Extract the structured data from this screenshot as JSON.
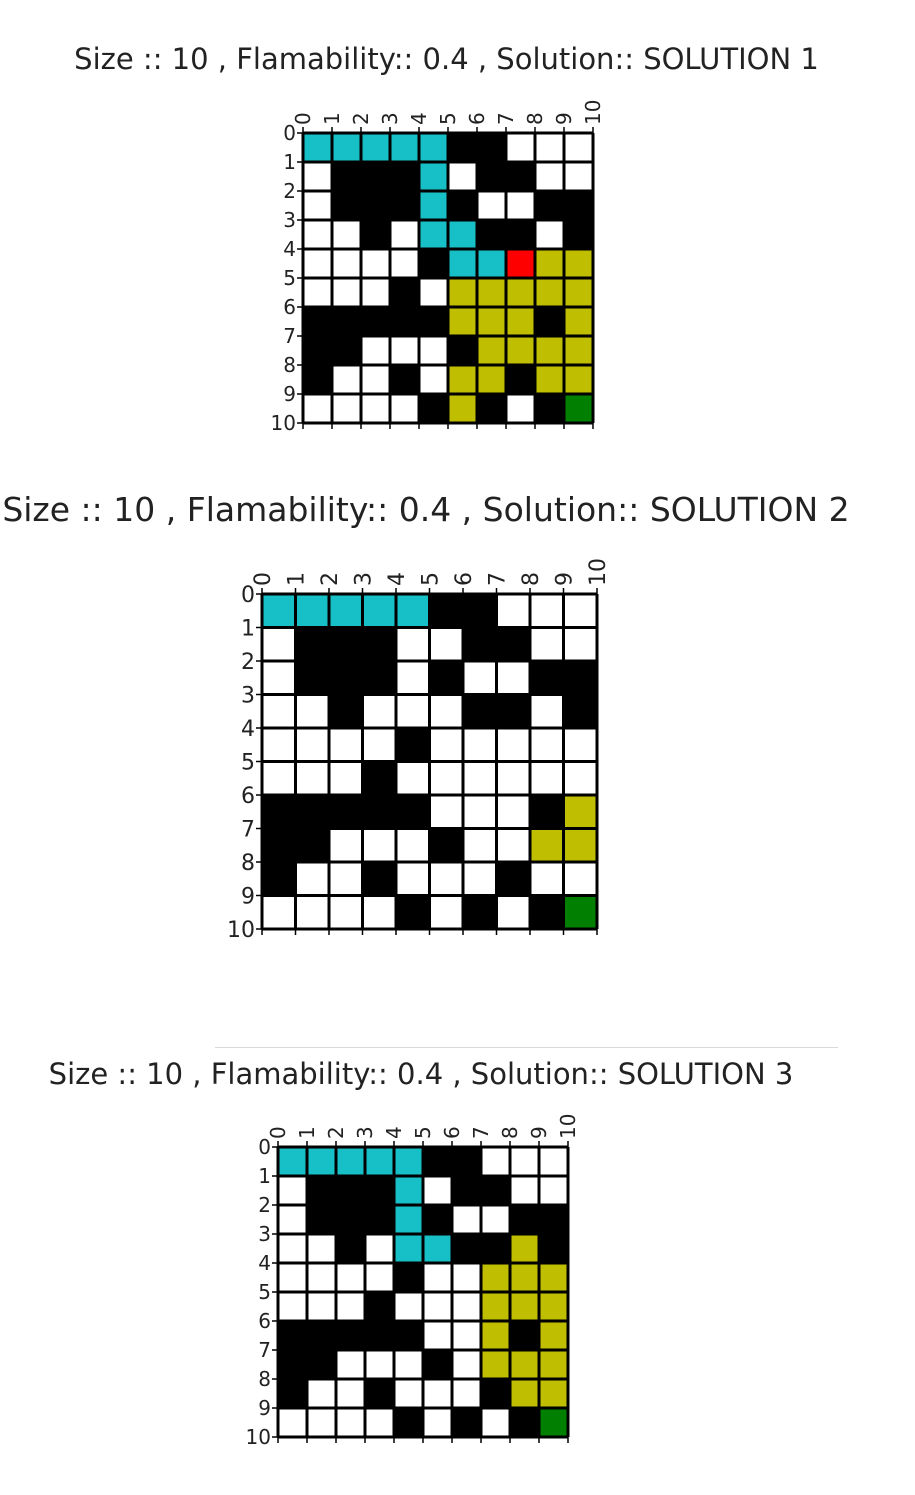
{
  "colors": {
    "white": "#ffffff",
    "black": "#000000",
    "cyan": "#17bfc6",
    "olive": "#bfbe00",
    "red": "#ff0000",
    "green": "#007f00",
    "axis": "#000000"
  },
  "legend_codes": {
    "0": "white",
    "1": "black",
    "2": "cyan",
    "3": "olive",
    "4": "red",
    "5": "green"
  },
  "chart_data": [
    {
      "type": "heatmap",
      "title": "Size :: 10 , Flamability:: 0.4 , Solution:: SOLUTION 1",
      "x_ticks": [
        "0",
        "1",
        "2",
        "3",
        "4",
        "5",
        "6",
        "7",
        "8",
        "9",
        "10"
      ],
      "y_ticks": [
        "0",
        "1",
        "2",
        "3",
        "4",
        "5",
        "6",
        "7",
        "8",
        "9",
        "10"
      ],
      "grid": [
        [
          2,
          2,
          2,
          2,
          2,
          1,
          1,
          0,
          0,
          0
        ],
        [
          0,
          1,
          1,
          1,
          2,
          0,
          1,
          1,
          0,
          0
        ],
        [
          0,
          1,
          1,
          1,
          2,
          1,
          0,
          0,
          1,
          1
        ],
        [
          0,
          0,
          1,
          0,
          2,
          2,
          1,
          1,
          0,
          1
        ],
        [
          0,
          0,
          0,
          0,
          1,
          2,
          2,
          4,
          3,
          3
        ],
        [
          0,
          0,
          0,
          1,
          0,
          3,
          3,
          3,
          3,
          3
        ],
        [
          1,
          1,
          1,
          1,
          1,
          3,
          3,
          3,
          1,
          3
        ],
        [
          1,
          1,
          0,
          0,
          0,
          1,
          3,
          3,
          3,
          3
        ],
        [
          1,
          0,
          0,
          1,
          0,
          3,
          3,
          1,
          3,
          3
        ],
        [
          0,
          0,
          0,
          0,
          1,
          3,
          1,
          0,
          1,
          5
        ]
      ]
    },
    {
      "type": "heatmap",
      "title": "Size :: 10 , Flamability:: 0.4 , Solution:: SOLUTION 2",
      "x_ticks": [
        "0",
        "1",
        "2",
        "3",
        "4",
        "5",
        "6",
        "7",
        "8",
        "9",
        "10"
      ],
      "y_ticks": [
        "0",
        "1",
        "2",
        "3",
        "4",
        "5",
        "6",
        "7",
        "8",
        "9",
        "10"
      ],
      "grid": [
        [
          2,
          2,
          2,
          2,
          2,
          1,
          1,
          0,
          0,
          0
        ],
        [
          0,
          1,
          1,
          1,
          0,
          0,
          1,
          1,
          0,
          0
        ],
        [
          0,
          1,
          1,
          1,
          0,
          1,
          0,
          0,
          1,
          1
        ],
        [
          0,
          0,
          1,
          0,
          0,
          0,
          1,
          1,
          0,
          1
        ],
        [
          0,
          0,
          0,
          0,
          1,
          0,
          0,
          0,
          0,
          0
        ],
        [
          0,
          0,
          0,
          1,
          0,
          0,
          0,
          0,
          0,
          0
        ],
        [
          1,
          1,
          1,
          1,
          1,
          0,
          0,
          0,
          1,
          3
        ],
        [
          1,
          1,
          0,
          0,
          0,
          1,
          0,
          0,
          3,
          3
        ],
        [
          1,
          0,
          0,
          1,
          0,
          0,
          0,
          1,
          0,
          0
        ],
        [
          0,
          0,
          0,
          0,
          1,
          0,
          1,
          0,
          1,
          5
        ]
      ]
    },
    {
      "type": "heatmap",
      "title": "Size :: 10 , Flamability:: 0.4 , Solution:: SOLUTION 3",
      "x_ticks": [
        "0",
        "1",
        "2",
        "3",
        "4",
        "5",
        "6",
        "7",
        "8",
        "9",
        "10"
      ],
      "y_ticks": [
        "0",
        "1",
        "2",
        "3",
        "4",
        "5",
        "6",
        "7",
        "8",
        "9",
        "10"
      ],
      "grid": [
        [
          2,
          2,
          2,
          2,
          2,
          1,
          1,
          0,
          0,
          0
        ],
        [
          0,
          1,
          1,
          1,
          2,
          0,
          1,
          1,
          0,
          0
        ],
        [
          0,
          1,
          1,
          1,
          2,
          1,
          0,
          0,
          1,
          1
        ],
        [
          0,
          0,
          1,
          0,
          2,
          2,
          1,
          1,
          3,
          1
        ],
        [
          0,
          0,
          0,
          0,
          1,
          0,
          0,
          3,
          3,
          3
        ],
        [
          0,
          0,
          0,
          1,
          0,
          0,
          0,
          3,
          3,
          3
        ],
        [
          1,
          1,
          1,
          1,
          1,
          0,
          0,
          3,
          1,
          3
        ],
        [
          1,
          1,
          0,
          0,
          0,
          1,
          0,
          3,
          3,
          3
        ],
        [
          1,
          0,
          0,
          1,
          0,
          0,
          0,
          1,
          3,
          3
        ],
        [
          0,
          0,
          0,
          0,
          1,
          0,
          1,
          0,
          1,
          5
        ]
      ]
    }
  ]
}
